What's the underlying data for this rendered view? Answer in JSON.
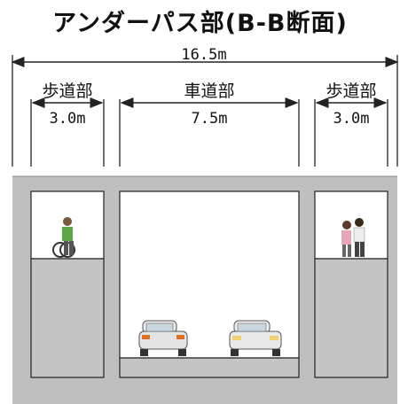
{
  "title": "アンダーパス部(B-B断面)",
  "overall_width": "16.5m",
  "sections": [
    {
      "label": "歩道部",
      "width": "3.0m"
    },
    {
      "label": "車道部",
      "width": "7.5m"
    },
    {
      "label": "歩道部",
      "width": "3.0m"
    }
  ],
  "colors": {
    "concrete": "#c0c0c0",
    "line": "#222222",
    "opening": "#ffffff"
  }
}
